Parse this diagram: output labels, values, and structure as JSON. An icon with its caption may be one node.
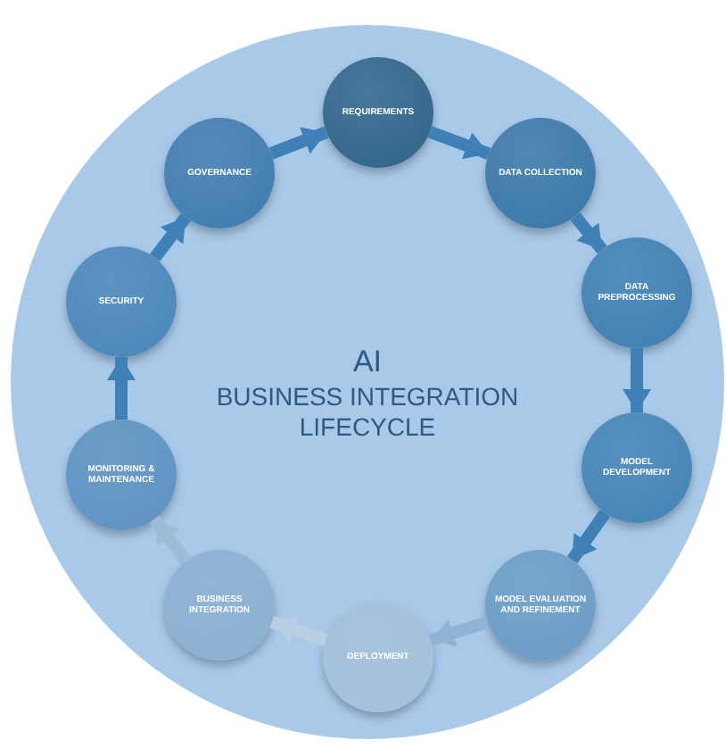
{
  "diagram": {
    "nodes": [
      {
        "text": [
          "AI",
          "BUSINESS INTEGRATION LIFECYCLE"
        ]
      },
      {
        "text": [
          "REQUIREMENTS"
        ],
        "in": 0
      },
      {
        "text": [
          "DATA COLLECTION"
        ],
        "in": 0
      },
      {
        "text": [
          "DATA PREPROCESSING"
        ],
        "in": 0
      },
      {
        "text": [
          "MODEL DEVELOPMENT"
        ],
        "in": 0
      },
      {
        "text": [
          "MODEL EVALUATION AND REFINEMENT"
        ],
        "in": 0
      },
      {
        "text": [
          "DEPLOYMENT"
        ],
        "in": 0
      },
      {
        "text": [
          "BUSINESS INTEGRATION"
        ],
        "in": 0
      },
      {
        "text": [
          "MONITORING & MAINTENANCE"
        ],
        "in": 0
      },
      {
        "text": [
          "SECURITY"
        ],
        "in": 0
      },
      {
        "text": [
          "GOVERNANCE"
        ],
        "in": 0
      }
    ],
    "edges": [
      {
        "from": 1,
        "to": 2,
        "arrow": "to"
      },
      {
        "from": 2,
        "to": 3,
        "arrow": "to"
      },
      {
        "from": 3,
        "to": 4,
        "arrow": "to"
      },
      {
        "from": 4,
        "to": 5,
        "arrow": "to"
      },
      {
        "from": 5,
        "to": 6,
        "arrow": "to",
        "color": "#8fb3d3"
      },
      {
        "from": 6,
        "to": 7,
        "arrow": "to",
        "color": "#b9d0e4"
      },
      {
        "from": 7,
        "to": 8,
        "arrow": "to",
        "color": "#9dbcd8"
      },
      {
        "from": 8,
        "to": 9,
        "arrow": "to"
      },
      {
        "from": 9,
        "to": 10,
        "arrow": "to"
      },
      {
        "from": 10,
        "to": 1,
        "arrow": "to"
      }
    ]
  }
}
